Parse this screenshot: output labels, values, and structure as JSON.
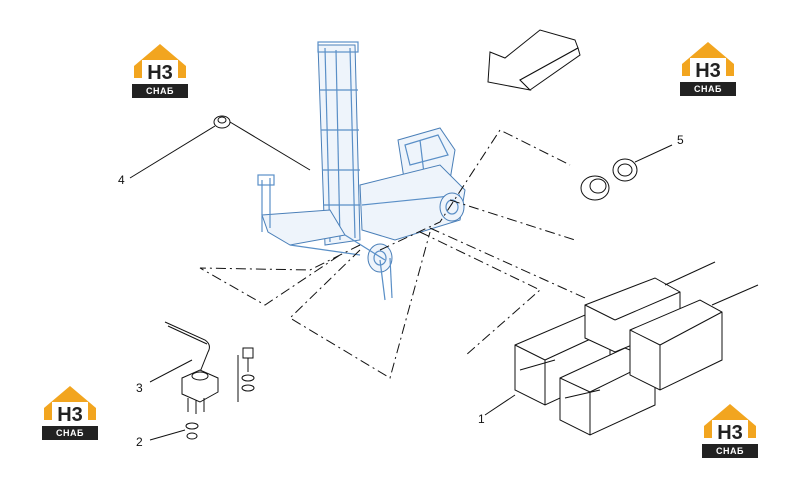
{
  "logos": [
    {
      "id": "top-left",
      "top_text": "H3",
      "bottom_text": "СНАБ"
    },
    {
      "id": "top-right",
      "top_text": "H3",
      "bottom_text": "СНАБ"
    },
    {
      "id": "bottom-left",
      "top_text": "H3",
      "bottom_text": "СНАБ"
    },
    {
      "id": "bottom-right",
      "top_text": "H3",
      "bottom_text": "СНАБ"
    }
  ],
  "callouts": {
    "c1": "1",
    "c2": "2",
    "c3": "3",
    "c4": "4",
    "c5": "5"
  },
  "colors": {
    "logo_orange": "#f2a51f",
    "logo_dark": "#222222",
    "machine_blue": "#5a8fc7"
  }
}
